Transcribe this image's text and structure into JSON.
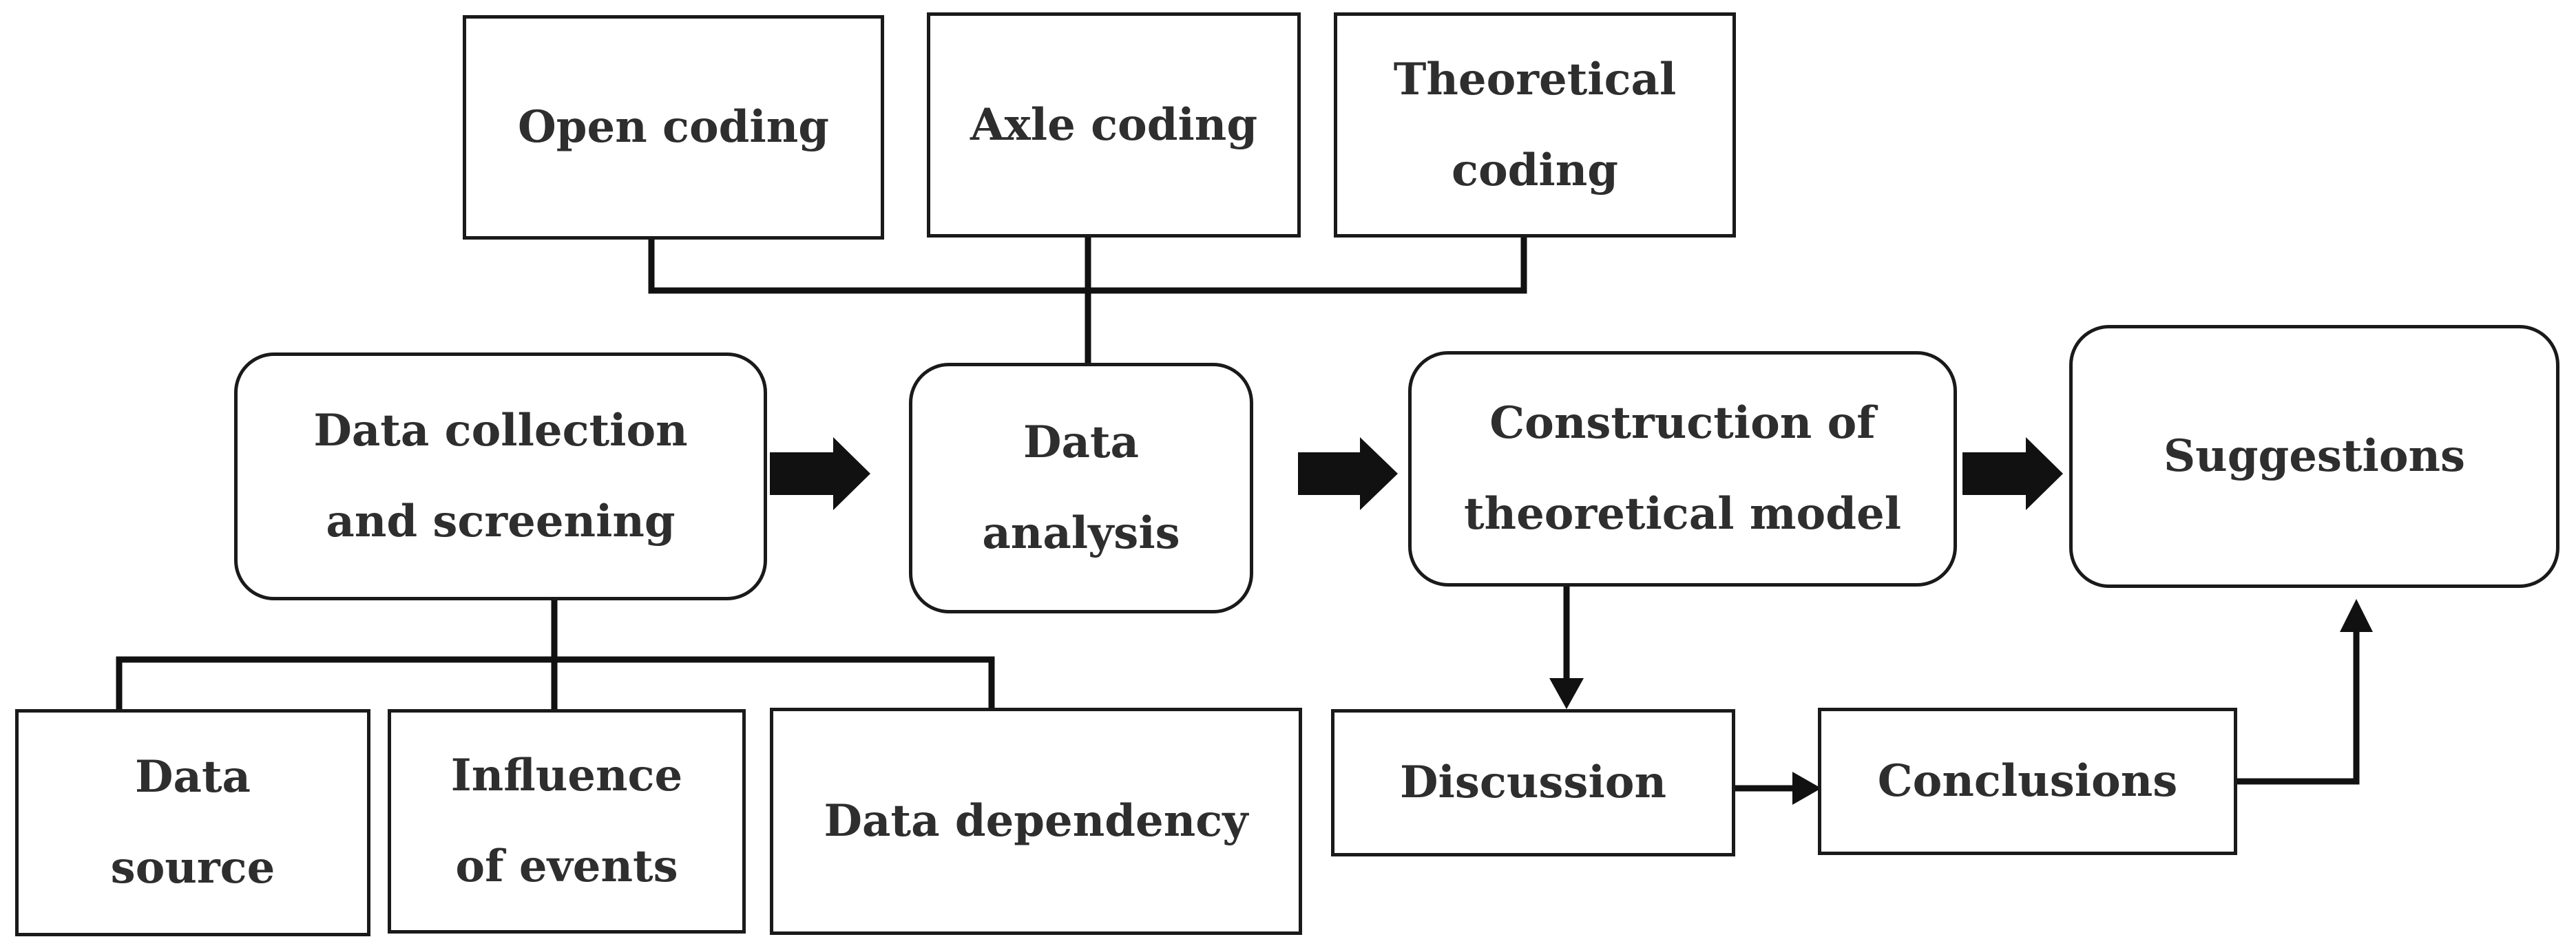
{
  "diagram": {
    "nodes": {
      "open_coding": {
        "lines": [
          "Open coding"
        ]
      },
      "axle_coding": {
        "lines": [
          "Axle coding"
        ]
      },
      "theoretical_coding": {
        "lines": [
          "Theoretical",
          "coding"
        ]
      },
      "data_collection": {
        "lines": [
          "Data collection",
          "and screening"
        ]
      },
      "data_analysis": {
        "lines": [
          "Data",
          "analysis"
        ]
      },
      "construction_model": {
        "lines": [
          "Construction of",
          "theoretical model"
        ]
      },
      "suggestions": {
        "lines": [
          "Suggestions"
        ]
      },
      "data_source": {
        "lines": [
          "Data",
          "source"
        ]
      },
      "influence_events": {
        "lines": [
          "Influence",
          "of events"
        ]
      },
      "data_dependency": {
        "lines": [
          "Data dependency"
        ]
      },
      "discussion": {
        "lines": [
          "Discussion"
        ]
      },
      "conclusions": {
        "lines": [
          "Conclusions"
        ]
      }
    },
    "edges": [
      {
        "from": "open_coding",
        "to": "data_analysis",
        "style": "bracket"
      },
      {
        "from": "axle_coding",
        "to": "data_analysis",
        "style": "bracket"
      },
      {
        "from": "theoretical_coding",
        "to": "data_analysis",
        "style": "bracket"
      },
      {
        "from": "data_collection",
        "to": "data_source",
        "style": "bracket"
      },
      {
        "from": "data_collection",
        "to": "influence_events",
        "style": "bracket"
      },
      {
        "from": "data_collection",
        "to": "data_dependency",
        "style": "bracket"
      },
      {
        "from": "data_collection",
        "to": "data_analysis",
        "style": "block-arrow"
      },
      {
        "from": "data_analysis",
        "to": "construction_model",
        "style": "block-arrow"
      },
      {
        "from": "construction_model",
        "to": "suggestions",
        "style": "block-arrow"
      },
      {
        "from": "construction_model",
        "to": "discussion",
        "style": "arrow"
      },
      {
        "from": "discussion",
        "to": "conclusions",
        "style": "arrow"
      },
      {
        "from": "conclusions",
        "to": "suggestions",
        "style": "elbow-arrow"
      }
    ]
  }
}
